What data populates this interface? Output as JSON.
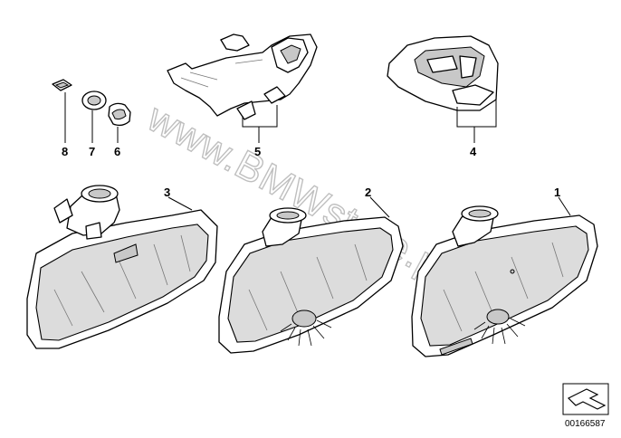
{
  "diagram": {
    "callouts": [
      {
        "id": "8",
        "label": "8"
      },
      {
        "id": "7",
        "label": "7"
      },
      {
        "id": "6",
        "label": "6"
      },
      {
        "id": "5",
        "label": "5"
      },
      {
        "id": "4",
        "label": "4"
      },
      {
        "id": "3",
        "label": "3"
      },
      {
        "id": "2",
        "label": "2"
      },
      {
        "id": "1",
        "label": "1"
      }
    ],
    "watermark": "www.BMWstore.pl",
    "document_id": "00166587"
  }
}
